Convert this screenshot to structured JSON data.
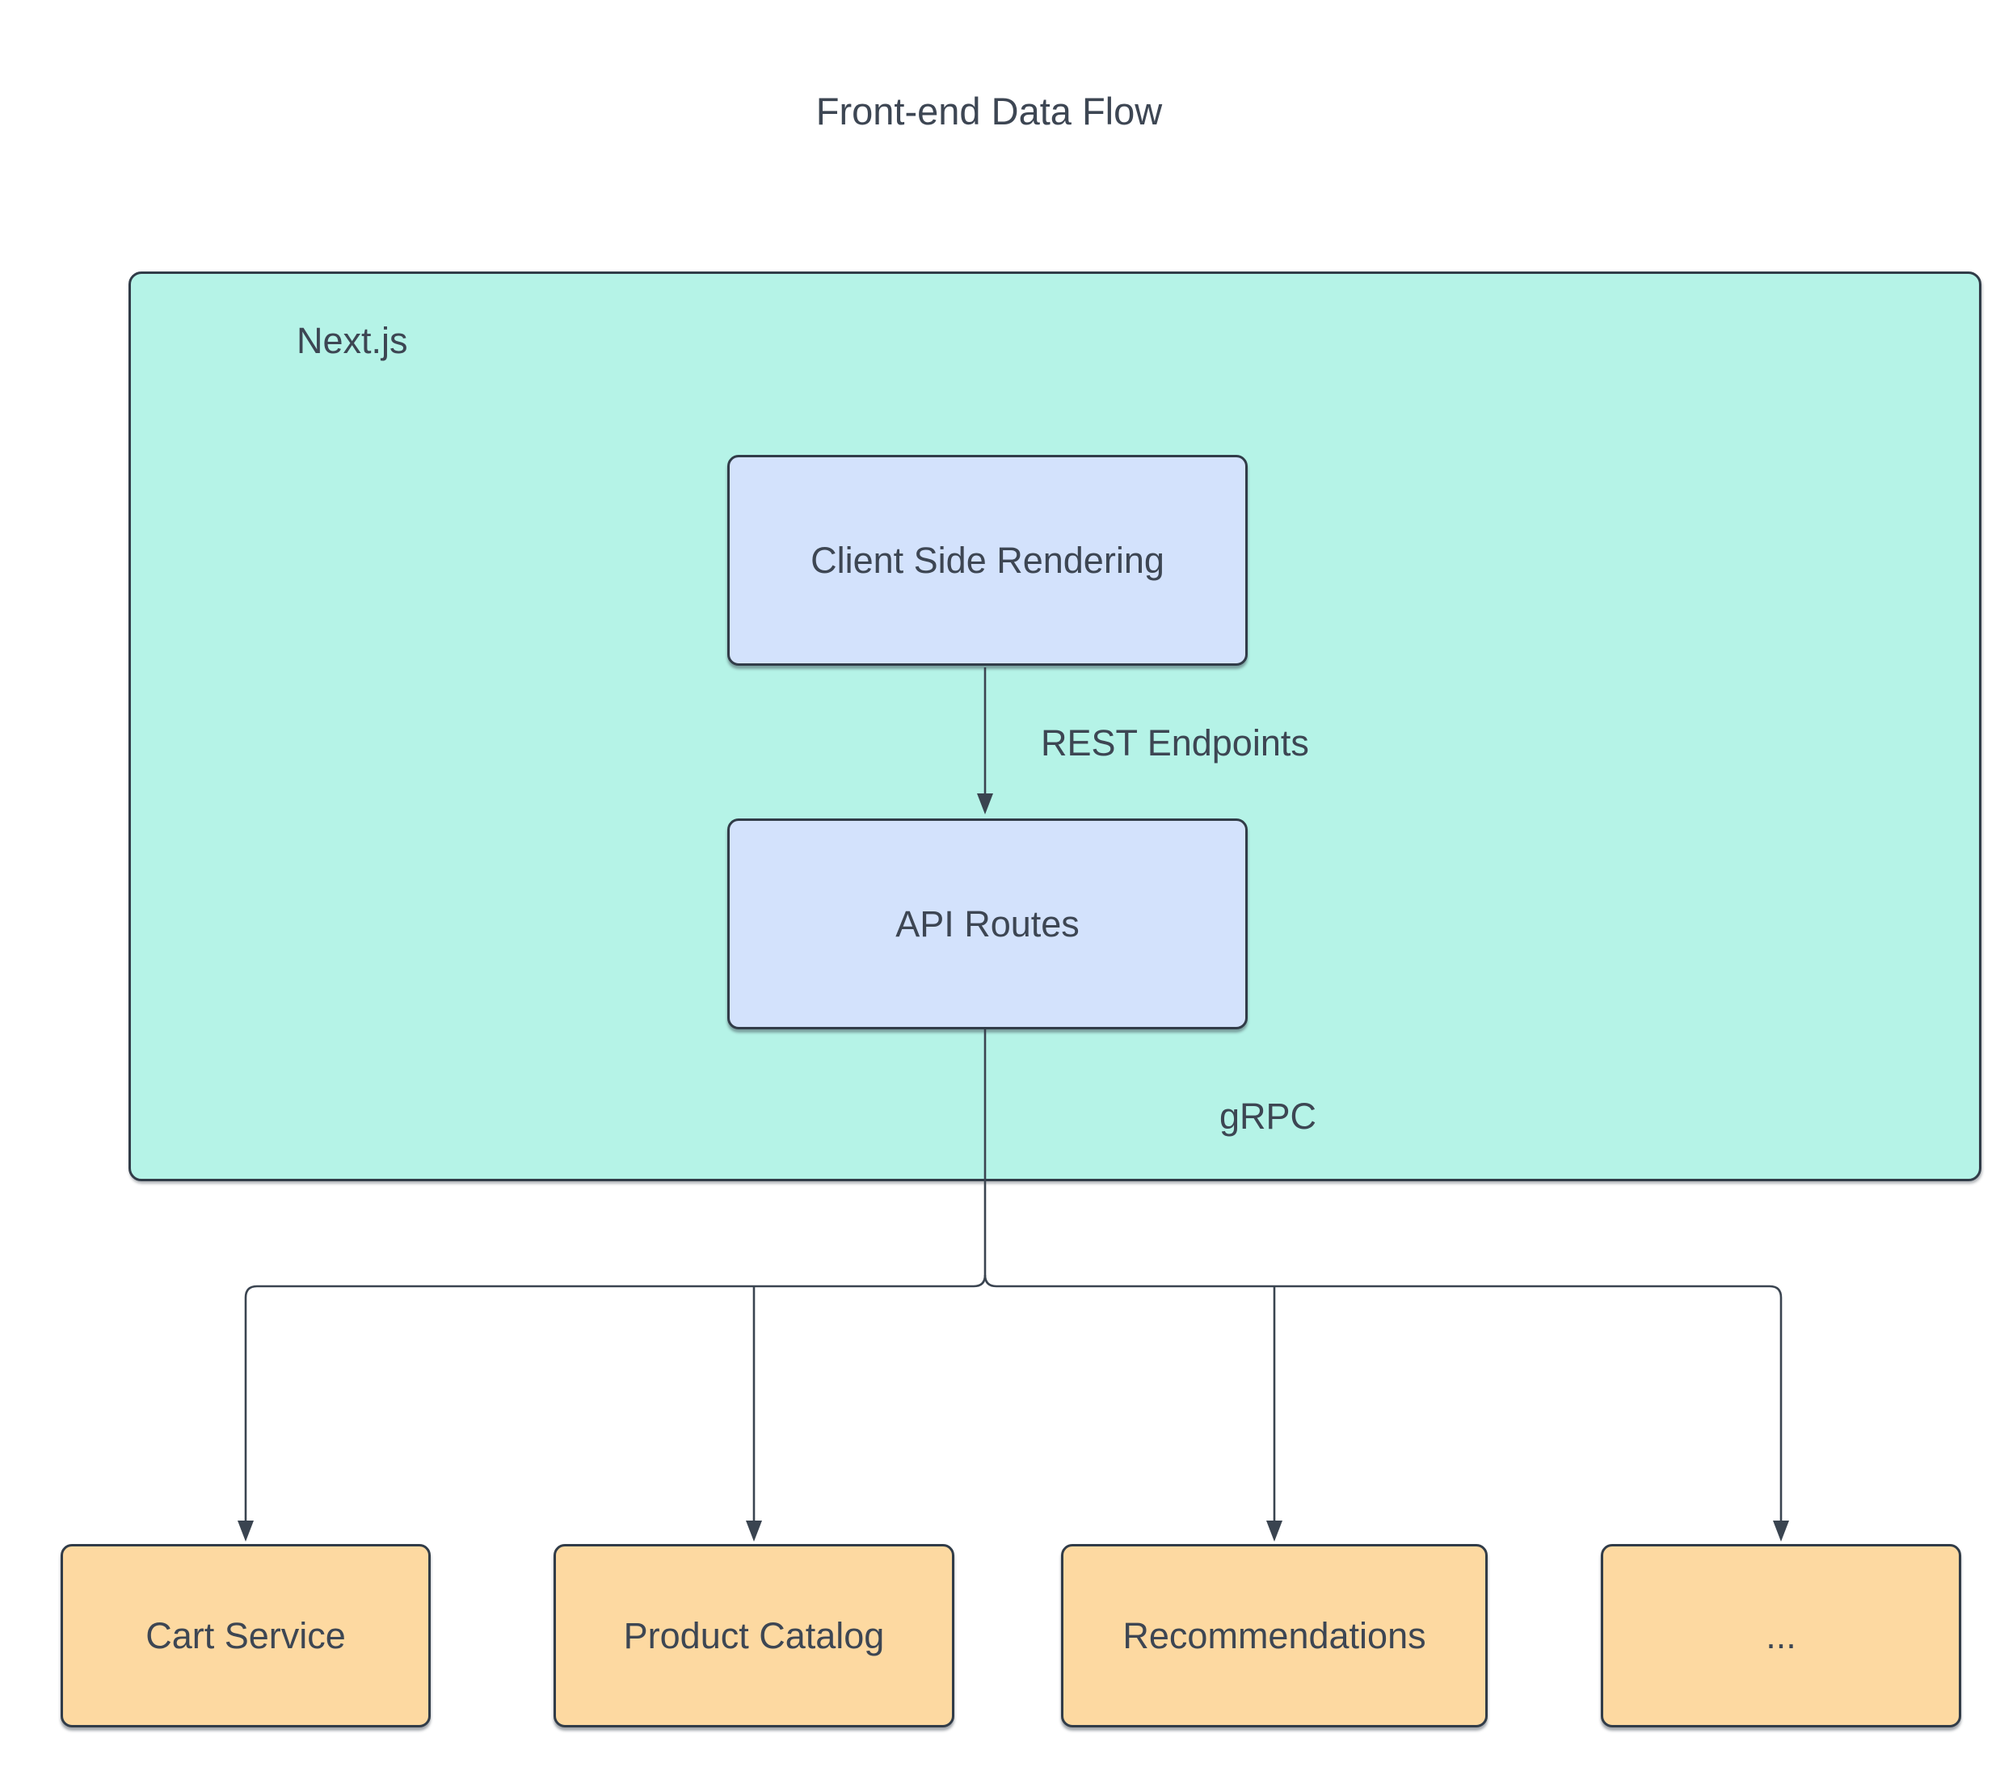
{
  "diagram": {
    "title": "Front-end Data Flow",
    "container": {
      "label": "Next.js"
    },
    "nodes": {
      "csr": {
        "label": "Client Side Rendering"
      },
      "api": {
        "label": "API Routes"
      },
      "cart": {
        "label": "Cart Service"
      },
      "catalog": {
        "label": "Product Catalog"
      },
      "recs": {
        "label": "Recommendations"
      },
      "more": {
        "label": "..."
      }
    },
    "edges": {
      "rest": {
        "label": "REST Endpoints"
      },
      "grpc": {
        "label": "gRPC"
      }
    }
  },
  "colors": {
    "background": "#ffffff",
    "container-fill": "#b5f3e7",
    "container-border": "#313c48",
    "node-blue-fill": "#d3e2fc",
    "node-orange-fill": "#fdd9a1",
    "node-border": "#313c48",
    "line": "#3a4450",
    "text": "#3d4653"
  }
}
